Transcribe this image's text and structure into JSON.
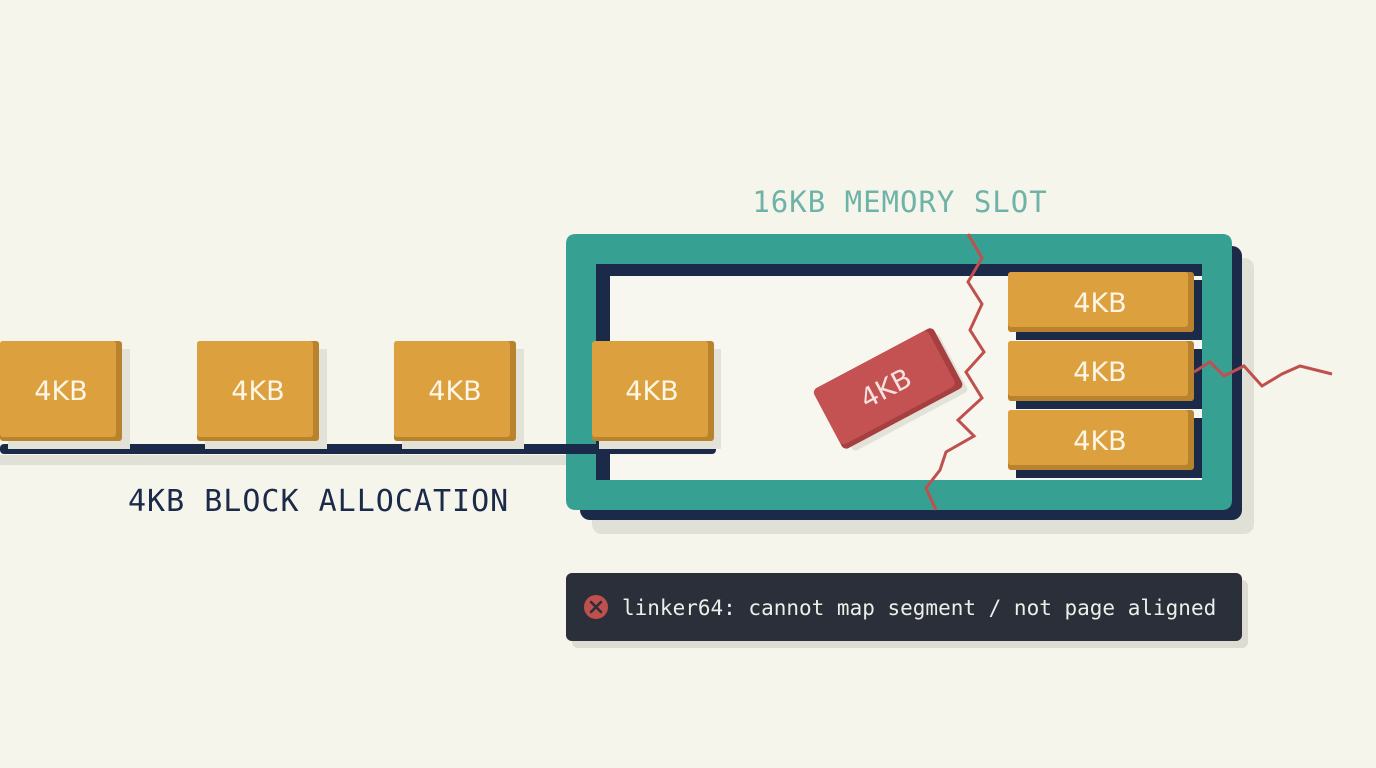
{
  "labels": {
    "block_allocation": "4KB BLOCK ALLOCATION",
    "memory_slot": "16KB MEMORY SLOT"
  },
  "rail_blocks": [
    {
      "label": "4KB"
    },
    {
      "label": "4KB"
    },
    {
      "label": "4KB"
    },
    {
      "label": "4KB"
    }
  ],
  "stacked_blocks": [
    {
      "label": "4KB"
    },
    {
      "label": "4KB"
    },
    {
      "label": "4KB"
    }
  ],
  "misaligned_block": {
    "label": "4KB"
  },
  "error": {
    "icon": "error-x-icon",
    "message": "linker64: cannot map segment / not page aligned"
  },
  "colors": {
    "background": "#f5f5eb",
    "block": "#dca13e",
    "block_shade": "#b9822c",
    "misaligned_block": "#c45253",
    "slot_frame": "#36a193",
    "navy": "#1c2a4a",
    "crack": "#c0504d",
    "error_bg": "#2a2f3a"
  }
}
